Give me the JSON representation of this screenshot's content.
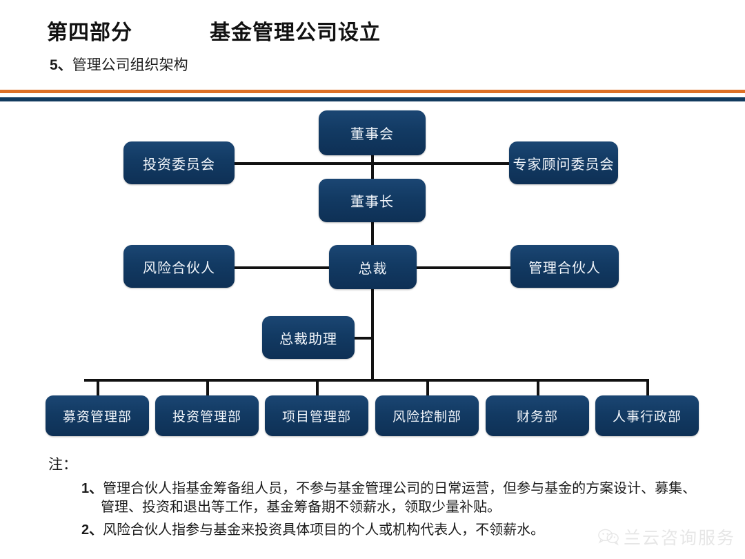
{
  "header": {
    "part_label": "第四部分",
    "title": "基金管理公司设立",
    "title_line": "第四部分            基金管理公司设立",
    "section_number": "5、",
    "section_title": "管理公司组织架构",
    "rule_orange_color": "#dd7026",
    "rule_navy_color": "#123a5e"
  },
  "chart_data": {
    "type": "diagram",
    "title": "管理公司组织架构",
    "node_fill_color": "#123a63",
    "node_text_color": "#f2f6fb",
    "connector_color": "#111111",
    "nodes": [
      {
        "id": "board",
        "label": "董事会",
        "tier": 1,
        "role": "top"
      },
      {
        "id": "invest_committee",
        "label": "投资委员会",
        "tier": 2,
        "role": "left-advisory"
      },
      {
        "id": "expert_committee",
        "label": "专家顾问委员会",
        "tier": 2,
        "role": "right-advisory"
      },
      {
        "id": "chairman",
        "label": "董事长",
        "tier": 3,
        "role": "center"
      },
      {
        "id": "risk_partner",
        "label": "风险合伙人",
        "tier": 4,
        "role": "left"
      },
      {
        "id": "president",
        "label": "总裁",
        "tier": 4,
        "role": "center"
      },
      {
        "id": "managing_partner",
        "label": "管理合伙人",
        "tier": 4,
        "role": "right"
      },
      {
        "id": "assistant",
        "label": "总裁助理",
        "tier": 5,
        "role": "staff-left"
      },
      {
        "id": "dept_fundraising",
        "label": "募资管理部",
        "tier": 6,
        "role": "department"
      },
      {
        "id": "dept_investment",
        "label": "投资管理部",
        "tier": 6,
        "role": "department"
      },
      {
        "id": "dept_project",
        "label": "项目管理部",
        "tier": 6,
        "role": "department"
      },
      {
        "id": "dept_risk",
        "label": "风险控制部",
        "tier": 6,
        "role": "department"
      },
      {
        "id": "dept_finance",
        "label": "财务部",
        "tier": 6,
        "role": "department"
      },
      {
        "id": "dept_hr",
        "label": "人事行政部",
        "tier": 6,
        "role": "department"
      }
    ],
    "edges": [
      {
        "from": "board",
        "to": "chairman"
      },
      {
        "from": "board",
        "to": "invest_committee"
      },
      {
        "from": "board",
        "to": "expert_committee"
      },
      {
        "from": "chairman",
        "to": "president"
      },
      {
        "from": "president",
        "to": "risk_partner"
      },
      {
        "from": "president",
        "to": "managing_partner"
      },
      {
        "from": "president",
        "to": "assistant"
      },
      {
        "from": "president",
        "to": "dept_fundraising"
      },
      {
        "from": "president",
        "to": "dept_investment"
      },
      {
        "from": "president",
        "to": "dept_project"
      },
      {
        "from": "president",
        "to": "dept_risk"
      },
      {
        "from": "president",
        "to": "dept_finance"
      },
      {
        "from": "president",
        "to": "dept_hr"
      }
    ]
  },
  "notes": {
    "label": "注：",
    "items": [
      {
        "index": "1、",
        "line1": "管理合伙人指基金筹备组人员，不参与基金管理公司的日常运营，但参与基金的方案设计、募集、",
        "line2": "管理、投资和退出等工作，基金筹备期不领薪水，领取少量补贴。"
      },
      {
        "index": "2、",
        "line1": "风险合伙人指参与基金来投资具体项目的个人或机构代表人，不领薪水。",
        "line2": ""
      }
    ]
  },
  "watermark": {
    "text": "兰云咨询服务",
    "icon": "wechat-icon"
  }
}
